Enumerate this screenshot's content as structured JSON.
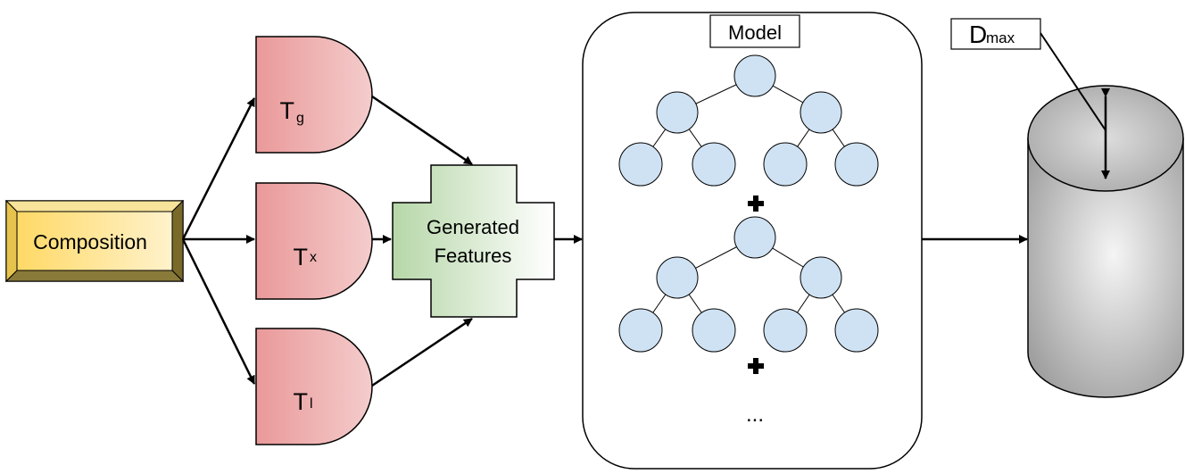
{
  "input": {
    "label": "Composition"
  },
  "transforms": [
    {
      "main": "T",
      "sub": "g"
    },
    {
      "main": "T",
      "sub": "x"
    },
    {
      "main": "T",
      "sub": "l"
    }
  ],
  "features": {
    "line1": "Generated",
    "line2": "Features"
  },
  "model": {
    "title": "Model",
    "plus_sign": "+",
    "ellipsis": "..."
  },
  "output": {
    "label_main": "D",
    "label_sub": "max"
  }
}
